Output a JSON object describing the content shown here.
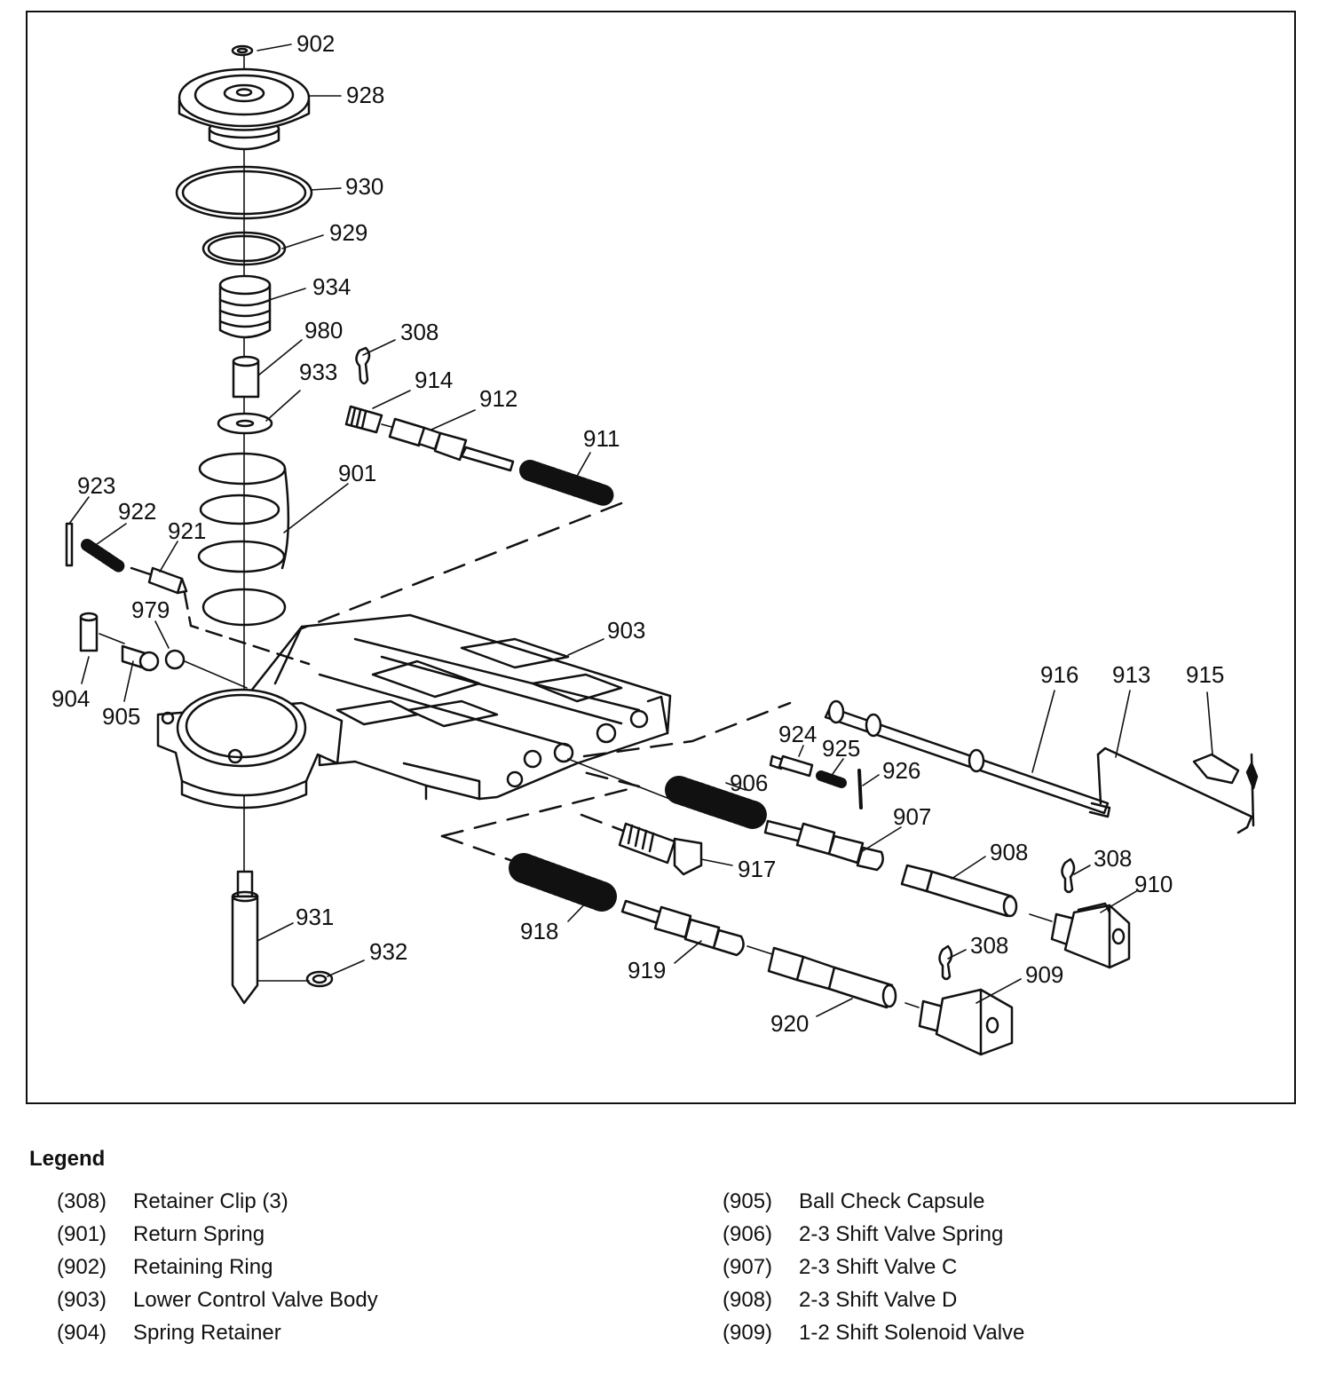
{
  "callouts": {
    "c902": "902",
    "c928": "928",
    "c930": "930",
    "c929": "929",
    "c934": "934",
    "c980": "980",
    "c308a": "308",
    "c933": "933",
    "c914": "914",
    "c912": "912",
    "c911": "911",
    "c901": "901",
    "c923": "923",
    "c922": "922",
    "c921": "921",
    "c979": "979",
    "c903": "903",
    "c904": "904",
    "c905": "905",
    "c916": "916",
    "c913": "913",
    "c915": "915",
    "c924": "924",
    "c925": "925",
    "c926": "926",
    "c906": "906",
    "c907": "907",
    "c917": "917",
    "c908": "908",
    "c308b": "308",
    "c910": "910",
    "c931": "931",
    "c918": "918",
    "c932": "932",
    "c308c": "308",
    "c919": "919",
    "c909": "909",
    "c920": "920"
  },
  "legend": {
    "title": "Legend",
    "left": [
      {
        "num": "(308)",
        "desc": "Retainer Clip (3)"
      },
      {
        "num": "(901)",
        "desc": "Return Spring"
      },
      {
        "num": "(902)",
        "desc": "Retaining Ring"
      },
      {
        "num": "(903)",
        "desc": "Lower Control Valve Body"
      },
      {
        "num": "(904)",
        "desc": "Spring Retainer"
      }
    ],
    "right": [
      {
        "num": "(905)",
        "desc": "Ball Check Capsule"
      },
      {
        "num": "(906)",
        "desc": "2-3 Shift Valve Spring"
      },
      {
        "num": "(907)",
        "desc": "2-3 Shift Valve C"
      },
      {
        "num": "(908)",
        "desc": "2-3 Shift Valve D"
      },
      {
        "num": "(909)",
        "desc": "1-2 Shift Solenoid Valve"
      }
    ]
  }
}
